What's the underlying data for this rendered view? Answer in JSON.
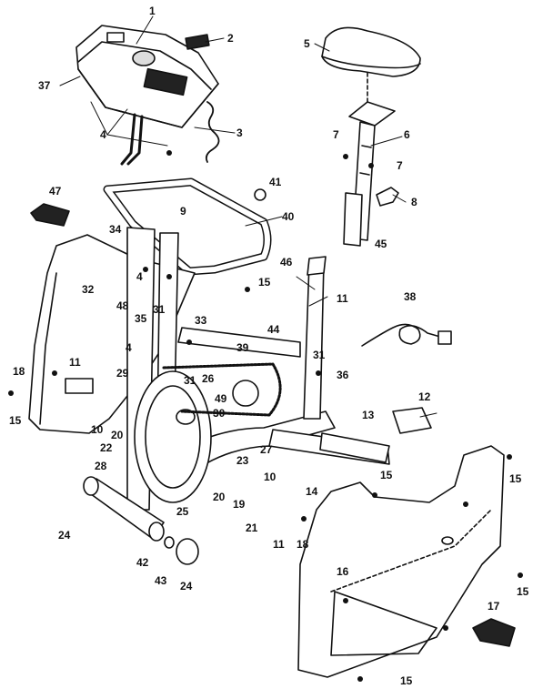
{
  "labels": {
    "n1": "1",
    "n2": "2",
    "n3": "3",
    "n4a": "4",
    "n4b": "4",
    "n4c": "4",
    "n5": "5",
    "n6": "6",
    "n7a": "7",
    "n7b": "7",
    "n8": "8",
    "n9": "9",
    "n10a": "10",
    "n10b": "10",
    "n11a": "11",
    "n11b": "11",
    "n11c": "11",
    "n12": "12",
    "n13": "13",
    "n14": "14",
    "n15a": "15",
    "n15b": "15",
    "n15c": "15",
    "n15d": "15",
    "n15e": "15",
    "n15f": "15",
    "n16": "16",
    "n17": "17",
    "n18a": "18",
    "n18b": "18",
    "n19": "19",
    "n20a": "20",
    "n20b": "20",
    "n21": "21",
    "n22": "22",
    "n23": "23",
    "n24a": "24",
    "n24b": "24",
    "n25": "25",
    "n26": "26",
    "n27": "27",
    "n28": "28",
    "n29": "29",
    "n30": "30",
    "n31a": "31",
    "n31b": "31",
    "n31c": "31",
    "n32": "32",
    "n33": "33",
    "n34": "34",
    "n35": "35",
    "n36": "36",
    "n37": "37",
    "n38": "38",
    "n39": "39",
    "n40": "40",
    "n41": "41",
    "n42": "42",
    "n43": "43",
    "n44": "44",
    "n45": "45",
    "n46": "46",
    "n47": "47",
    "n48": "48",
    "n49": "49"
  }
}
